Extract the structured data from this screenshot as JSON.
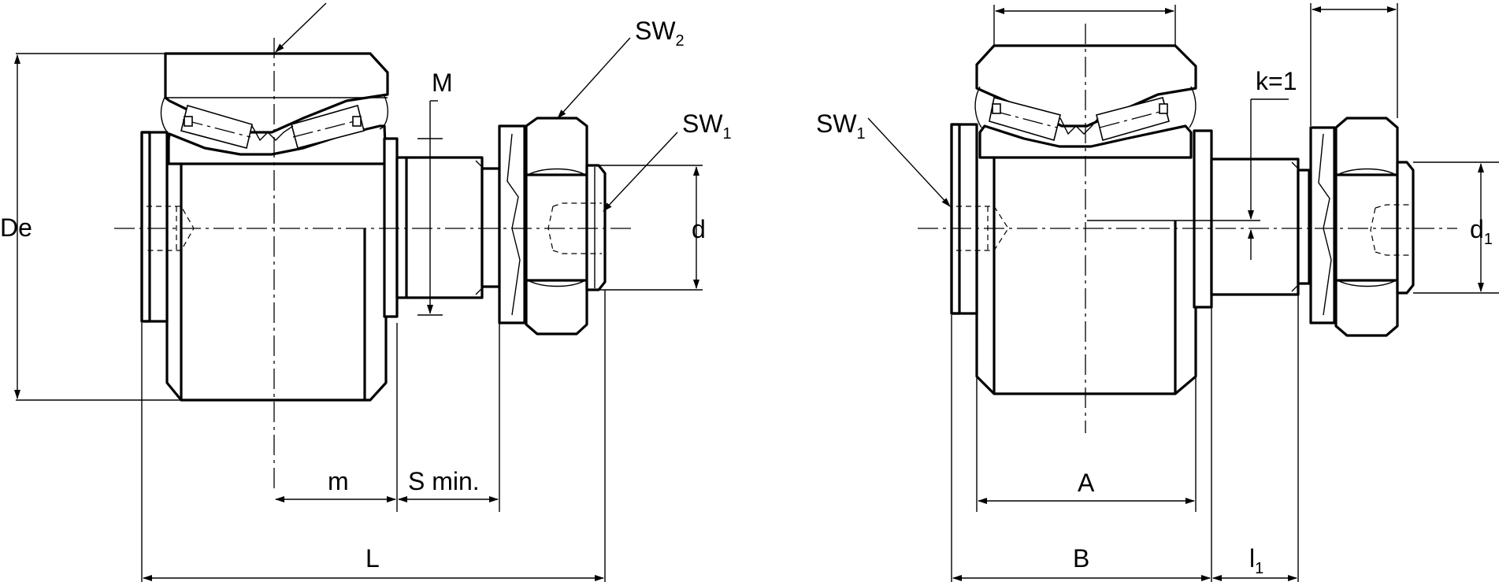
{
  "left_view": {
    "labels": {
      "De": "De",
      "M": "M",
      "SW2_main": "SW",
      "SW2_sub": "2",
      "SW1_main": "SW",
      "SW1_sub": "1",
      "d": "d",
      "m": "m",
      "S_min": "S min.",
      "L": "L"
    }
  },
  "right_view": {
    "labels": {
      "SW1_main": "SW",
      "SW1_sub": "1",
      "k": "k=1",
      "d1_main": "d",
      "d1_sub": "1",
      "A": "A",
      "B": "B",
      "l1_main": "l",
      "l1_sub": "1"
    }
  }
}
